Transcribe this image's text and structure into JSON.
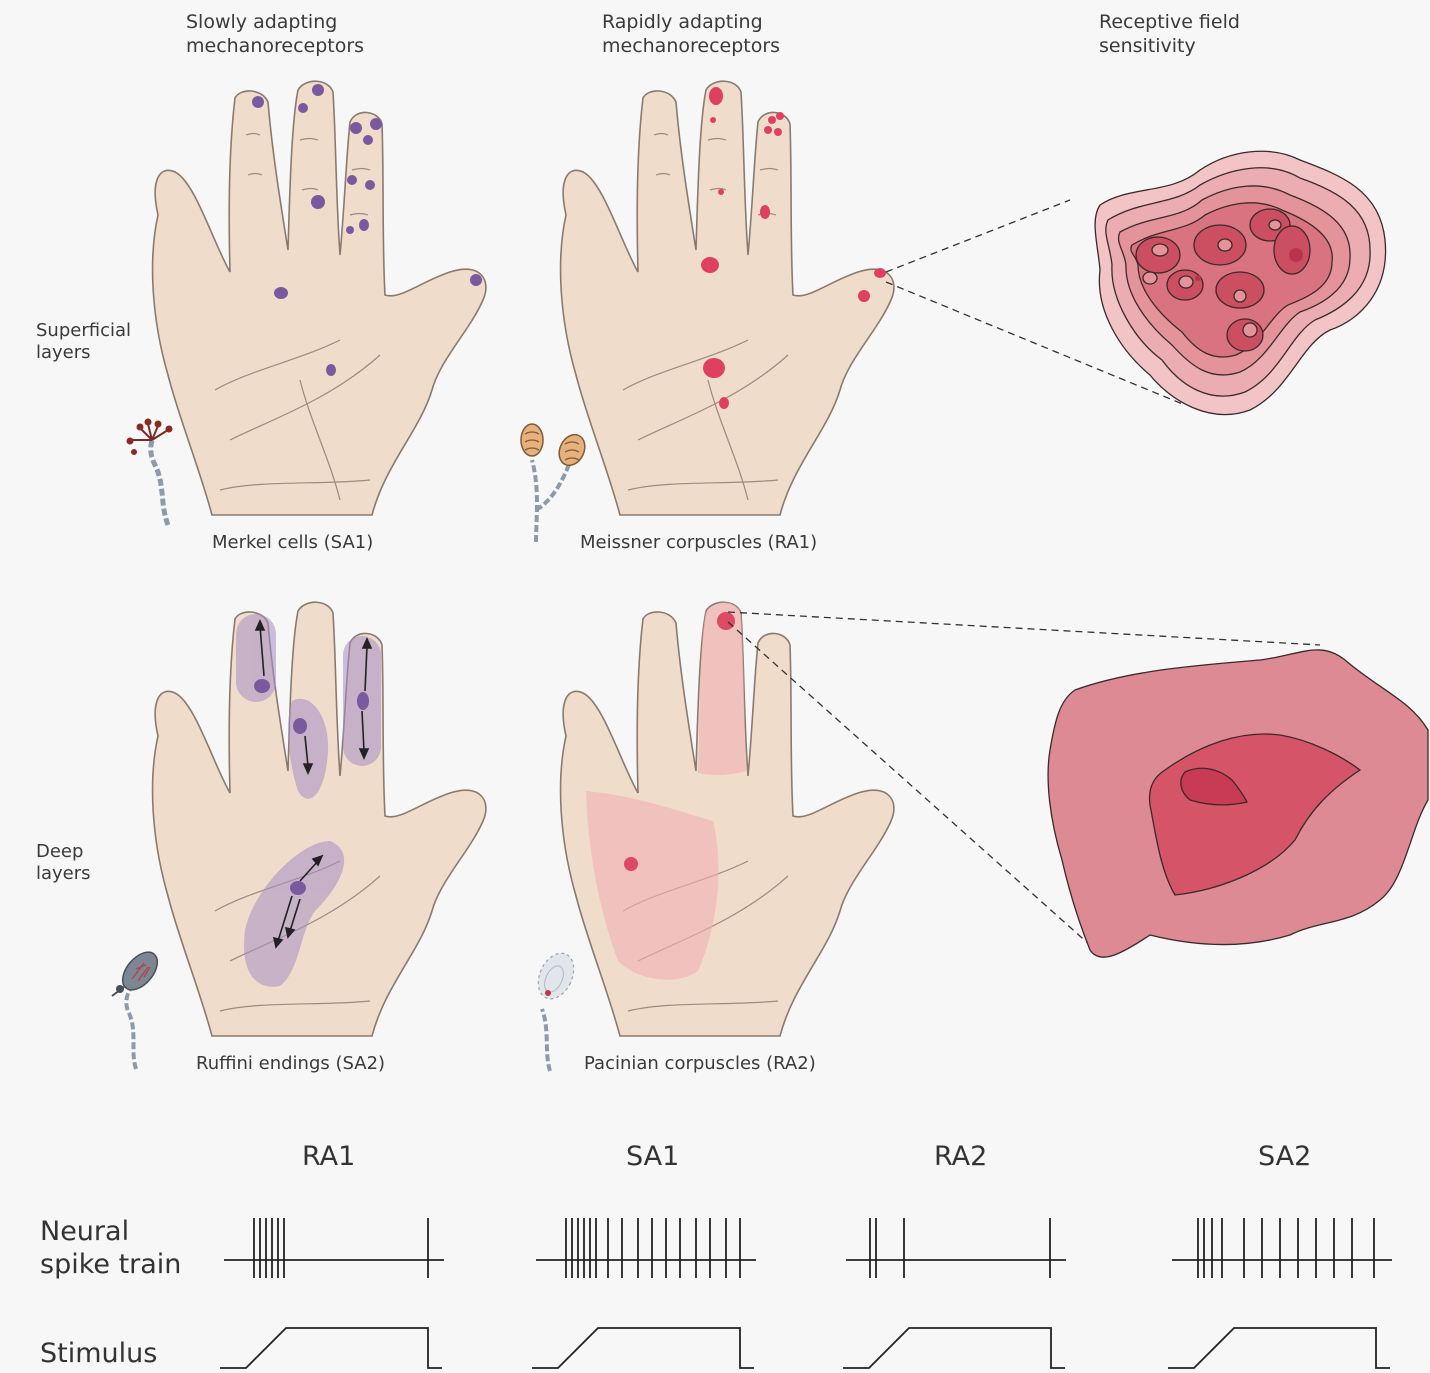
{
  "headers": {
    "col1": "Slowly adapting\nmechanoreceptors",
    "col2": "Rapidly adapting\nmechanoreceptors",
    "col3": "Receptive field\nsensitivity"
  },
  "rows": {
    "superficial": "Superficial\nlayers",
    "deep": "Deep\nlayers"
  },
  "captions": {
    "merkel": "Merkel cells (SA1)",
    "meissner": "Meissner corpuscles (RA1)",
    "ruffini": "Ruffini endings (SA2)",
    "pacinian": "Pacinian corpuscles (RA2)"
  },
  "bottom": {
    "neural_label": "Neural\nspike train",
    "stimulus_label": "Stimulus",
    "types": [
      "RA1",
      "SA1",
      "RA2",
      "SA2"
    ]
  },
  "colors": {
    "skin": "#f0dccb",
    "skin_outline": "#8a7a6e",
    "merkel_purple": "#7a5a9e",
    "meissner_pink": "#e0405f",
    "field_pink": "#dd8a94"
  }
}
